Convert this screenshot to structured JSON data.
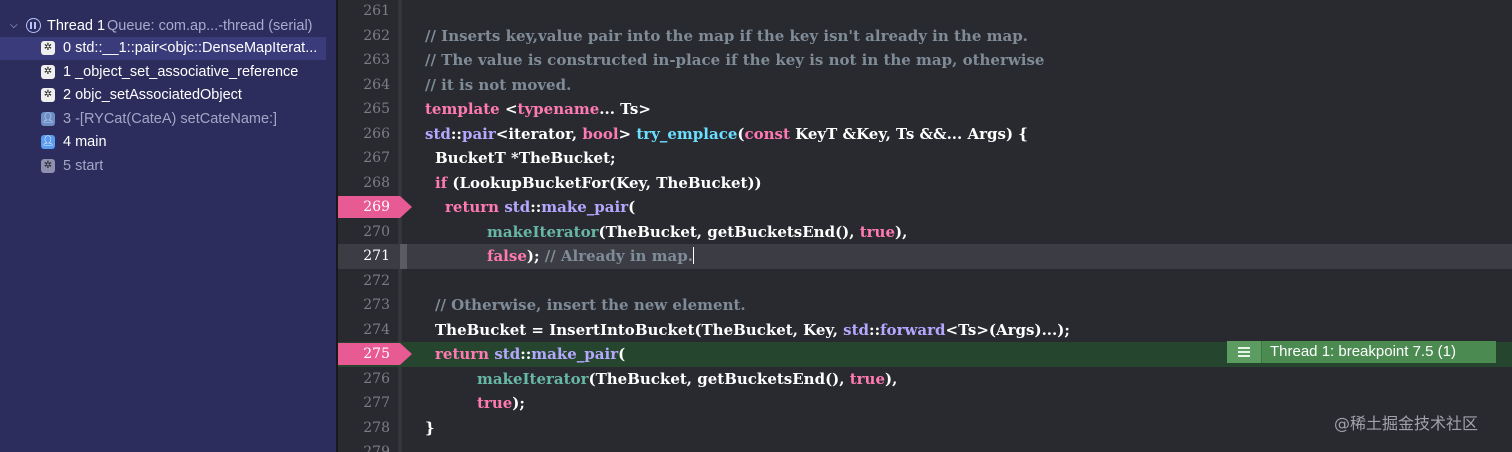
{
  "debug_navigator": {
    "thread": {
      "expand_glyph": "⌵",
      "name": "Thread 1",
      "queue": "Queue: com.ap...-thread (serial)"
    },
    "frames": [
      {
        "label": "0 std::__1::pair<objc::DenseMapIterat...",
        "icon": "gear-icon",
        "selected": true,
        "dim": false
      },
      {
        "label": "1 _object_set_associative_reference",
        "icon": "gear-icon",
        "selected": false,
        "dim": false
      },
      {
        "label": "2 objc_setAssociatedObject",
        "icon": "gear-icon",
        "selected": false,
        "dim": false
      },
      {
        "label": "3 -[RYCat(CateA) setCateName:]",
        "icon": "user-icon",
        "selected": false,
        "dim": true
      },
      {
        "label": "4 main",
        "icon": "user-icon",
        "selected": false,
        "dim": false
      },
      {
        "label": "5 start",
        "icon": "gear-icon",
        "selected": false,
        "dim": true
      }
    ]
  },
  "editor": {
    "current_line": "271",
    "breakpoint_lines": [
      "269",
      "275"
    ],
    "lines": [
      {
        "num": "261",
        "code": ""
      },
      {
        "num": "262",
        "code": "// Inserts key,value pair into the map if the key isn't already in the map."
      },
      {
        "num": "263",
        "code": "// The value is constructed in-place if the key is not in the map, otherwise"
      },
      {
        "num": "264",
        "code": "// it is not moved."
      },
      {
        "num": "265",
        "code": "template <typename... Ts>"
      },
      {
        "num": "266",
        "code": "std::pair<iterator, bool> try_emplace(const KeyT &Key, Ts &&... Args) {"
      },
      {
        "num": "267",
        "code": "BucketT *TheBucket;"
      },
      {
        "num": "268",
        "code": "if (LookupBucketFor(Key, TheBucket))"
      },
      {
        "num": "269",
        "code": "return std::make_pair("
      },
      {
        "num": "270",
        "code": "makeIterator(TheBucket, getBucketsEnd(), true),"
      },
      {
        "num": "271",
        "code": "false); // Already in map."
      },
      {
        "num": "272",
        "code": ""
      },
      {
        "num": "273",
        "code": "// Otherwise, insert the new element."
      },
      {
        "num": "274",
        "code": "TheBucket = InsertIntoBucket(TheBucket, Key, std::forward<Ts>(Args)...);"
      },
      {
        "num": "275",
        "code": "return std::make_pair("
      },
      {
        "num": "276",
        "code": "makeIterator(TheBucket, getBucketsEnd(), true),"
      },
      {
        "num": "277",
        "code": "true);"
      },
      {
        "num": "278",
        "code": "}"
      },
      {
        "num": "279",
        "code": ""
      }
    ]
  },
  "breakpoint_banner": {
    "text": "Thread 1: breakpoint 7.5 (1)",
    "icon": "menu-icon"
  },
  "watermark": "@稀土掘金技术社区",
  "colors": {
    "navigator_bg": "#2c2d5c",
    "editor_bg": "#292a30",
    "breakpoint": "#e85a94",
    "banner_bg": "#4b8a51",
    "keyword": "#ff7ab2",
    "comment": "#7f8c98",
    "namespace": "#b5a7ff",
    "function": "#67b7a4"
  }
}
